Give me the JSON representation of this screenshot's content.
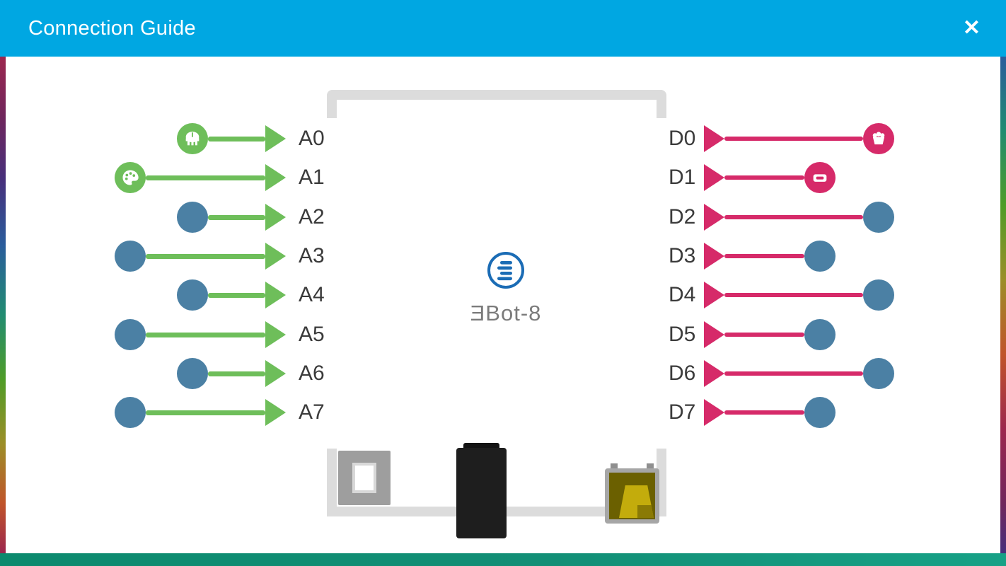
{
  "dialog": {
    "title": "Connection Guide",
    "close_glyph": "✕"
  },
  "board": {
    "name": "ƎBot-8"
  },
  "pins": {
    "analog": [
      {
        "label": "A0",
        "endpoint": "potentiometer-icon"
      },
      {
        "label": "A1",
        "endpoint": "palette-icon"
      },
      {
        "label": "A2",
        "endpoint": "plain-circle"
      },
      {
        "label": "A3",
        "endpoint": "plain-circle"
      },
      {
        "label": "A4",
        "endpoint": "plain-circle"
      },
      {
        "label": "A5",
        "endpoint": "plain-circle"
      },
      {
        "label": "A6",
        "endpoint": "plain-circle"
      },
      {
        "label": "A7",
        "endpoint": "plain-circle"
      }
    ],
    "digital": [
      {
        "label": "D0",
        "endpoint": "motor-icon"
      },
      {
        "label": "D1",
        "endpoint": "led-icon"
      },
      {
        "label": "D2",
        "endpoint": "plain-circle"
      },
      {
        "label": "D3",
        "endpoint": "plain-circle"
      },
      {
        "label": "D4",
        "endpoint": "plain-circle"
      },
      {
        "label": "D5",
        "endpoint": "plain-circle"
      },
      {
        "label": "D6",
        "endpoint": "plain-circle"
      },
      {
        "label": "D7",
        "endpoint": "plain-circle"
      }
    ]
  },
  "colors": {
    "header": "#00A7E2",
    "analog_green": "#6EBE5A",
    "digital_pink": "#D62A69",
    "endpoint_blue": "#4B80A4",
    "board_outline": "#DCDCDC",
    "logo_blue": "#1B6CB5",
    "label_text": "#3B3B3B",
    "logo_text": "#7B7B7B"
  }
}
